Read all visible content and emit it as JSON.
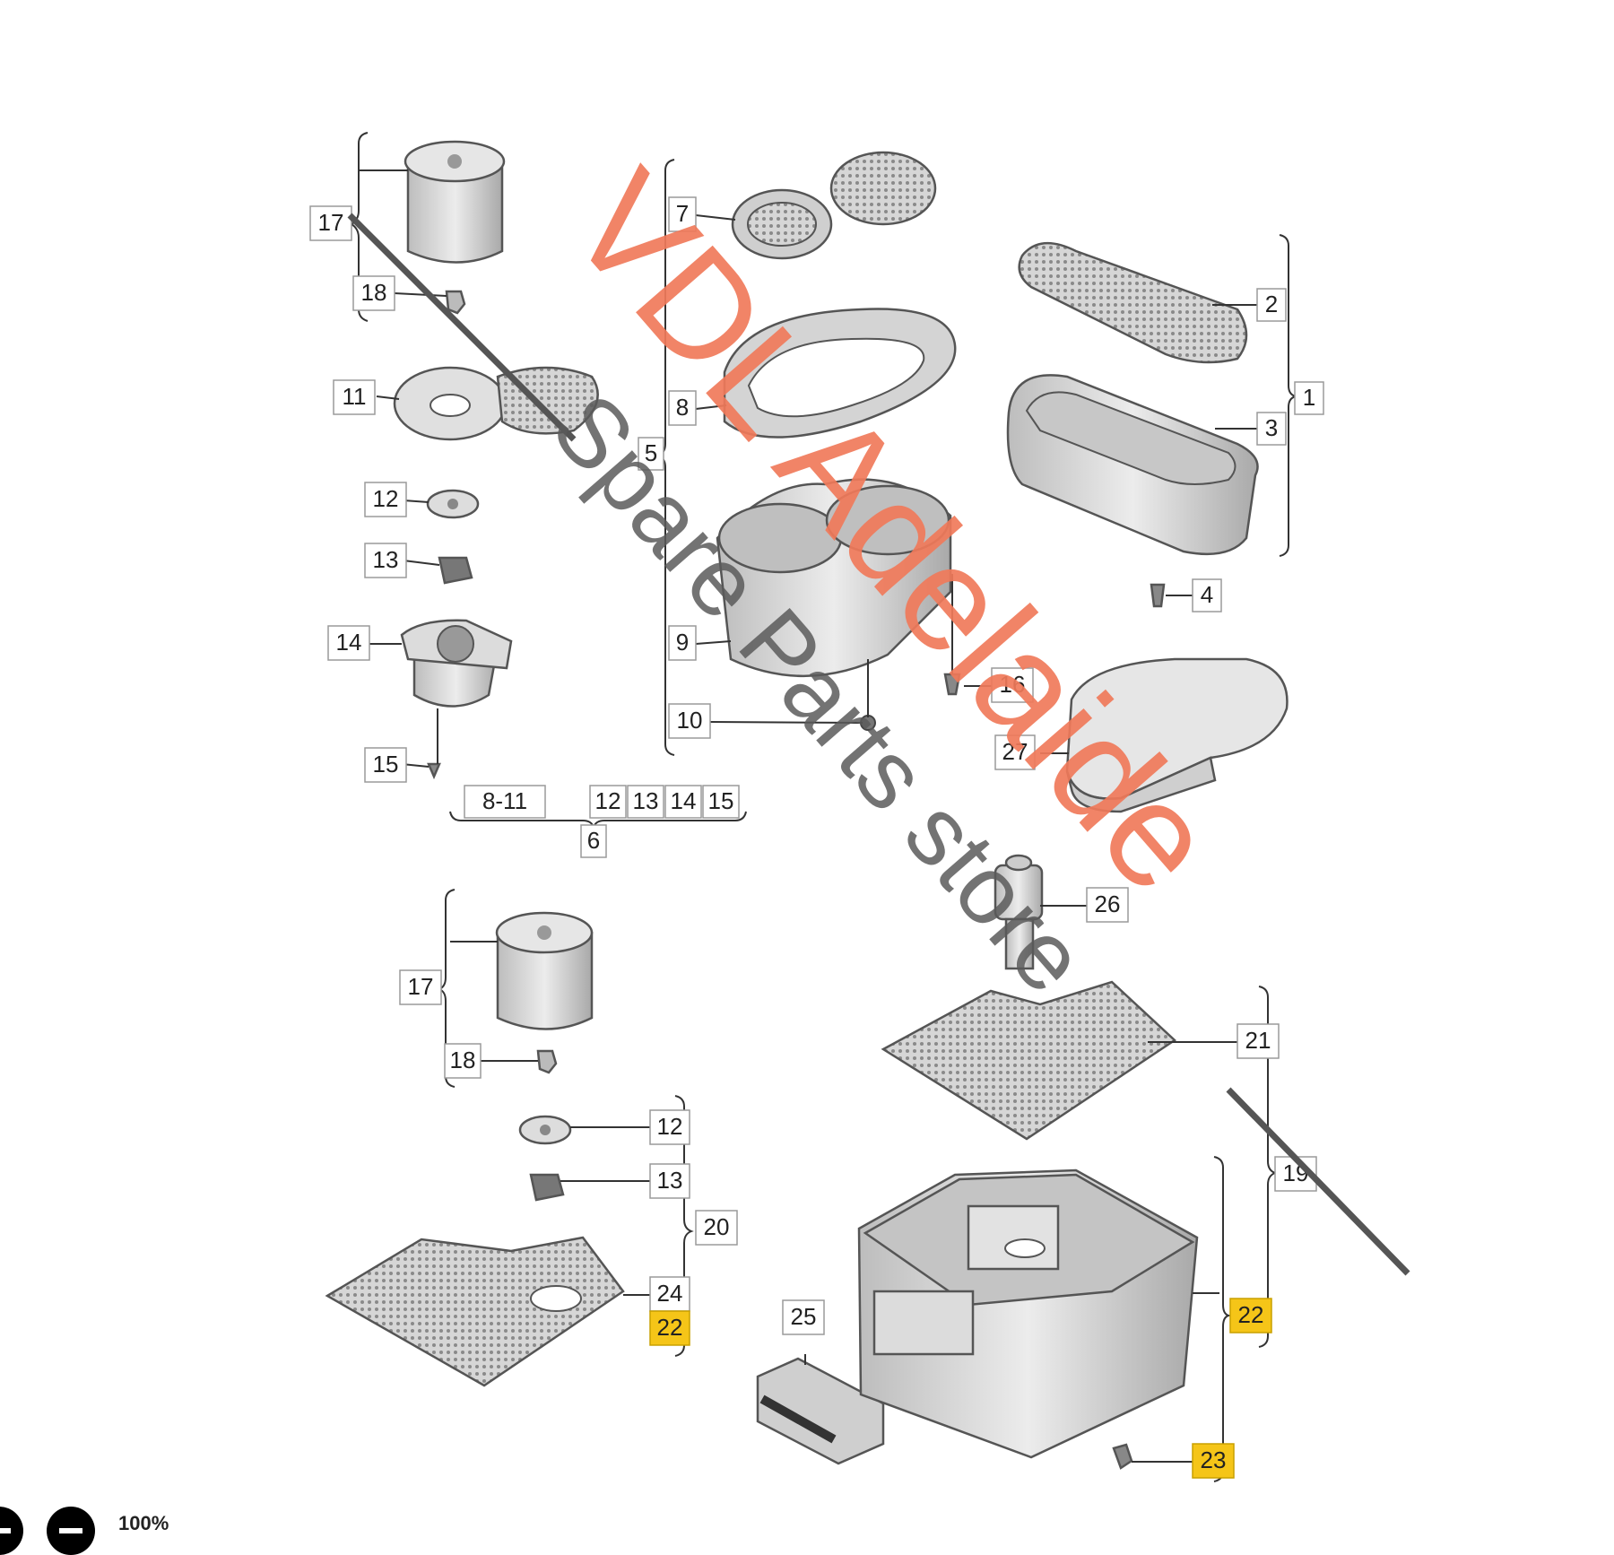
{
  "labels": {
    "l1": "1",
    "l2": "2",
    "l3": "3",
    "l4": "4",
    "l5": "5",
    "l6": "6",
    "l7": "7",
    "l8": "8",
    "l9": "9",
    "l10": "10",
    "l11": "11",
    "l12a": "12",
    "l13a": "13",
    "l14": "14",
    "l15": "15",
    "l16": "16",
    "l17a": "17",
    "l18a": "18",
    "l17b": "17",
    "l18b": "18",
    "l12b": "12",
    "l13b": "13",
    "l20": "20",
    "l24": "24",
    "l22a": "22",
    "l22b": "22",
    "l23": "23",
    "l25": "25",
    "l26": "26",
    "l27": "27",
    "l21": "21",
    "l19": "19",
    "group_range": "8-11",
    "group_12": "12",
    "group_13": "13",
    "group_14": "14",
    "group_15": "15"
  },
  "highlighted_labels": [
    "22",
    "23"
  ],
  "watermark": {
    "line1": "VDL Adelaide",
    "line2": "Spare Parts store",
    "color": "#f07a5a"
  },
  "zoom": {
    "zoom_in_icon": "zoom-in-icon",
    "zoom_out_icon": "zoom-out-icon",
    "level": "100%"
  },
  "colors": {
    "label_highlight": "#f5c518",
    "part_fill": "#d9d9d9",
    "watermark": "#f07a5a"
  }
}
